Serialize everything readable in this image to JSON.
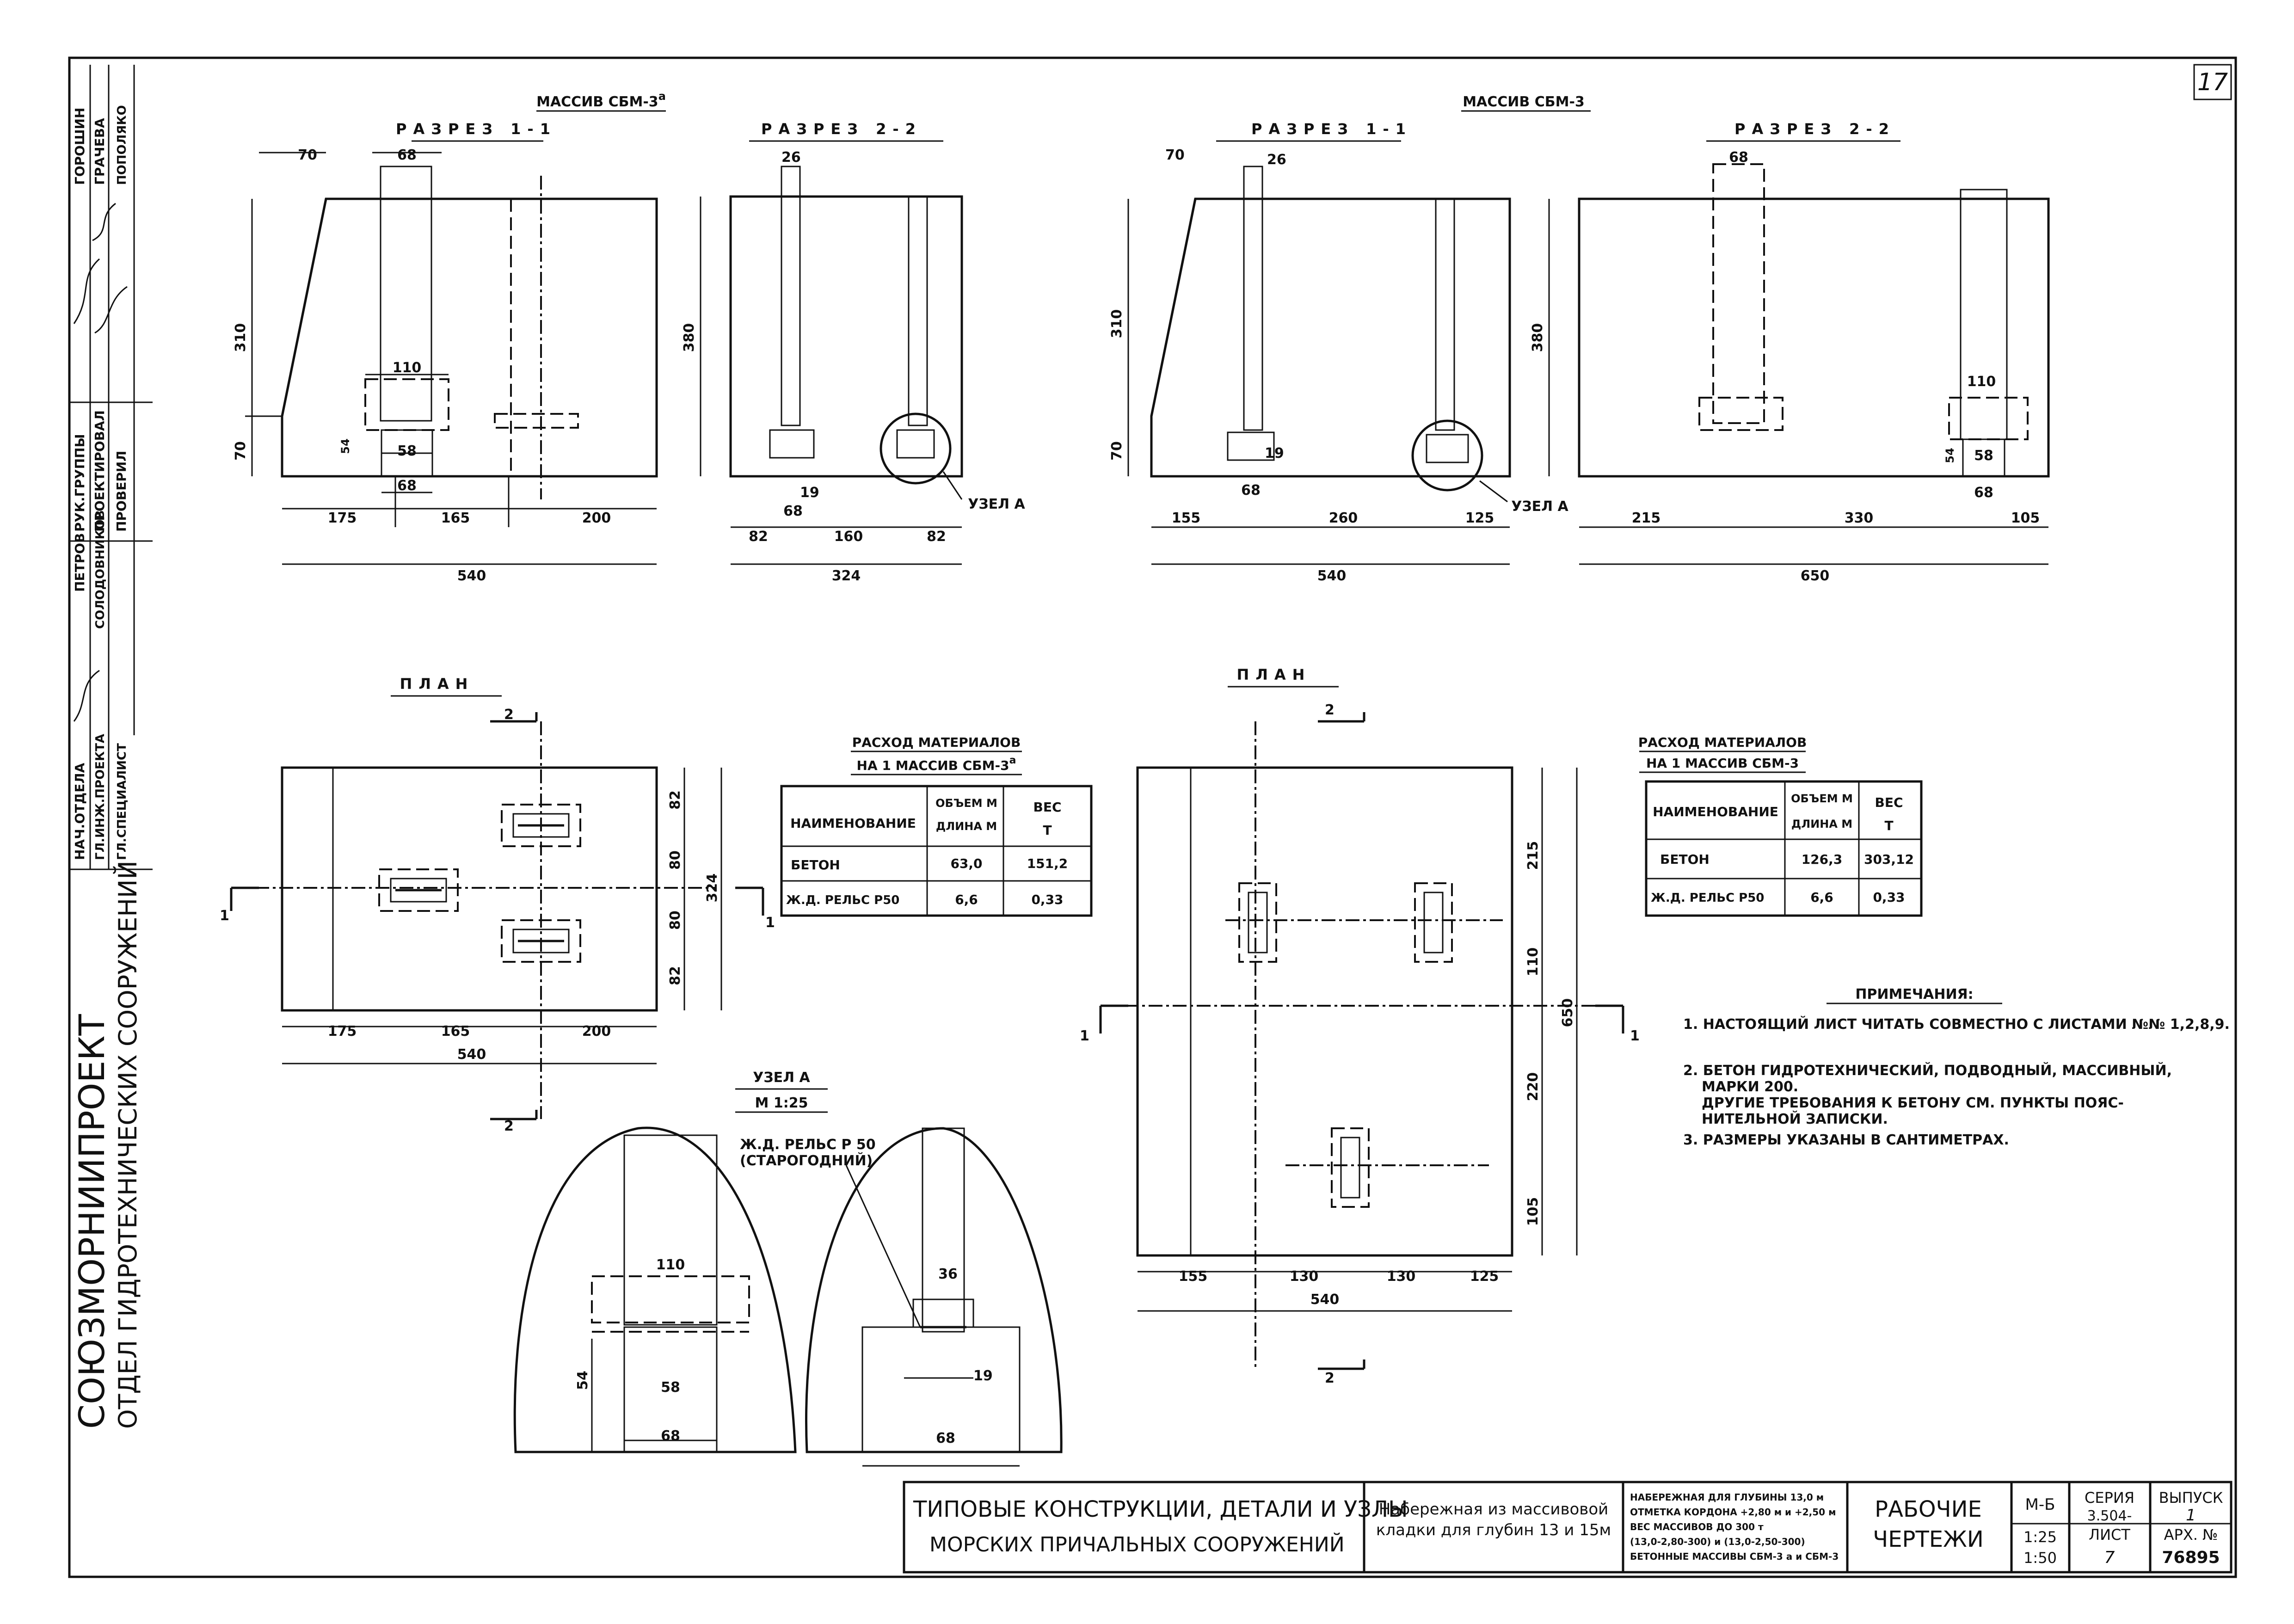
{
  "sheet_no": "17",
  "side_stamp": {
    "org": "СОЮЗМОРНИИПРОЕКТ",
    "dept": "ОТДЕЛ ГИДРОТЕХНИЧЕСКИХ СООРУЖЕНИЙ",
    "roles": [
      "РУК.ГРУППЫ",
      "ПРОЕКТИРОВАЛ",
      "ПРОВЕРИЛ",
      "НАЧ.ОТДЕЛА",
      "ГЛ.ИНЖ.ПРОЕКТА",
      "ГЛ.СПЕЦИАЛИСТ"
    ],
    "names": [
      "ГОРОШИН",
      "ГРАЧЕВА",
      "ПОПОЛЯКО",
      "ПЕТРОВ",
      "СОЛОДОВНИКОВ"
    ]
  },
  "massiv_a": {
    "title": "МАССИВ СБМ-3",
    "title_sup": "а",
    "section1": "РАЗРЕЗ 1-1",
    "section2": "РАЗРЕЗ 2-2",
    "plan": "ПЛАН",
    "s1_dims": [
      "70",
      "68",
      "310",
      "70",
      "110",
      "58",
      "54",
      "68",
      "175",
      "165",
      "200",
      "540"
    ],
    "s2_dims": [
      "26",
      "380",
      "19",
      "68",
      "82",
      "160",
      "82",
      "324"
    ],
    "node_label": "УЗЕЛ А",
    "plan_dims": [
      "82",
      "80",
      "80",
      "82",
      "324",
      "175",
      "165",
      "200",
      "540"
    ],
    "cut_marks": [
      "1",
      "1",
      "2",
      "2"
    ]
  },
  "massiv_b": {
    "title": "МАССИВ СБМ-3",
    "section1": "РАЗРЕЗ 1-1",
    "section2": "РАЗРЕЗ 2-2",
    "plan": "ПЛАН",
    "s1_dims": [
      "70",
      "26",
      "310",
      "70",
      "19",
      "68",
      "155",
      "260",
      "125",
      "540"
    ],
    "s2_dims": [
      "68",
      "380",
      "110",
      "54",
      "58",
      "68",
      "215",
      "330",
      "105",
      "650"
    ],
    "node_label": "УЗЕЛ А",
    "plan_dims": [
      "215",
      "110",
      "220",
      "105",
      "650",
      "155",
      "130",
      "130",
      "125",
      "540"
    ],
    "cut_marks": [
      "1",
      "1",
      "2",
      "2"
    ]
  },
  "node": {
    "title": "УЗЕЛ А",
    "scale": "М 1:25",
    "rail_label_1": "Ж.Д. РЕЛЬС Р 50",
    "rail_label_2": "(СТАРОГОДНИЙ)",
    "left_dims": [
      "110",
      "54",
      "58",
      "68"
    ],
    "right_dims": [
      "36",
      "19",
      "68"
    ]
  },
  "table_a": {
    "title_1": "РАСХОД МАТЕРИАЛОВ",
    "title_2": "НА 1 МАССИВ СБМ-3",
    "title_sup": "а",
    "col_name": "НАИМЕНОВАНИЕ",
    "col_vol_1": "ОБЪЕМ М",
    "col_vol_2": "ДЛИНА М",
    "col_w_1": "ВЕС",
    "col_w_2": "Т",
    "rows": [
      {
        "name": "БЕТОН",
        "vol": "63,0",
        "w": "151,2"
      },
      {
        "name": "Ж.Д. РЕЛЬС Р50",
        "vol": "6,6",
        "w": "0,33"
      }
    ]
  },
  "table_b": {
    "title_1": "РАСХОД МАТЕРИАЛОВ",
    "title_2": "НА 1 МАССИВ СБМ-3",
    "col_name": "НАИМЕНОВАНИЕ",
    "col_vol_1": "ОБЪЕМ М",
    "col_vol_2": "ДЛИНА М",
    "col_w_1": "ВЕС",
    "col_w_2": "Т",
    "rows": [
      {
        "name": "БЕТОН",
        "vol": "126,3",
        "w": "303,12"
      },
      {
        "name": "Ж.Д. РЕЛЬС Р50",
        "vol": "6,6",
        "w": "0,33"
      }
    ]
  },
  "notes": {
    "title": "ПРИМЕЧАНИЯ:",
    "lines": [
      "1. НАСТОЯЩИЙ ЛИСТ ЧИТАТЬ СОВМЕСТНО С ЛИСТАМИ №№ 1,2,8,9.",
      "2. БЕТОН ГИДРОТЕХНИЧЕСКИЙ, ПОДВОДНЫЙ, МАССИВНЫЙ,",
      "МАРКИ 200.",
      "ДРУГИЕ ТРЕБОВАНИЯ К БЕТОНУ СМ. ПУНКТЫ    ПОЯС-",
      "НИТЕЛЬНОЙ ЗАПИСКИ.",
      "3. РАЗМЕРЫ УКАЗАНЫ В САНТИМЕТРАХ."
    ]
  },
  "title_block": {
    "main_1": "ТИПОВЫЕ КОНСТРУКЦИИ, ДЕТАЛИ И УЗЛЫ",
    "main_2": "МОРСКИХ   ПРИЧАЛЬНЫХ СООРУЖЕНИЙ",
    "subject_1": "Набережная из массивовой",
    "subject_2": "кладки для глубин 13 и 15м",
    "spec": [
      "НАБЕРЕЖНАЯ ДЛЯ ГЛУБИНЫ 13,0 м",
      "ОТМЕТКА КОРДОНА +2,80 м и +2,50 м",
      "ВЕС МАССИВОВ ДО 300 т",
      "(13,0-2,80-300) и (13,0-2,50-300)",
      "БЕТОННЫЕ МАССИВЫ СБМ-3 а и СБМ-3"
    ],
    "stage_1": "РАБОЧИЕ",
    "stage_2": "ЧЕРТЕЖИ",
    "scale_head": "М-Б",
    "scale_1": "1:25",
    "scale_2": "1:50",
    "series_head": "СЕРИЯ",
    "series": "3.504-",
    "issue_head": "ВЫПУСК",
    "issue": "1",
    "sheet_head": "ЛИСТ",
    "sheet": "7",
    "arch_head": "АРХ. №",
    "arch": "76895"
  }
}
